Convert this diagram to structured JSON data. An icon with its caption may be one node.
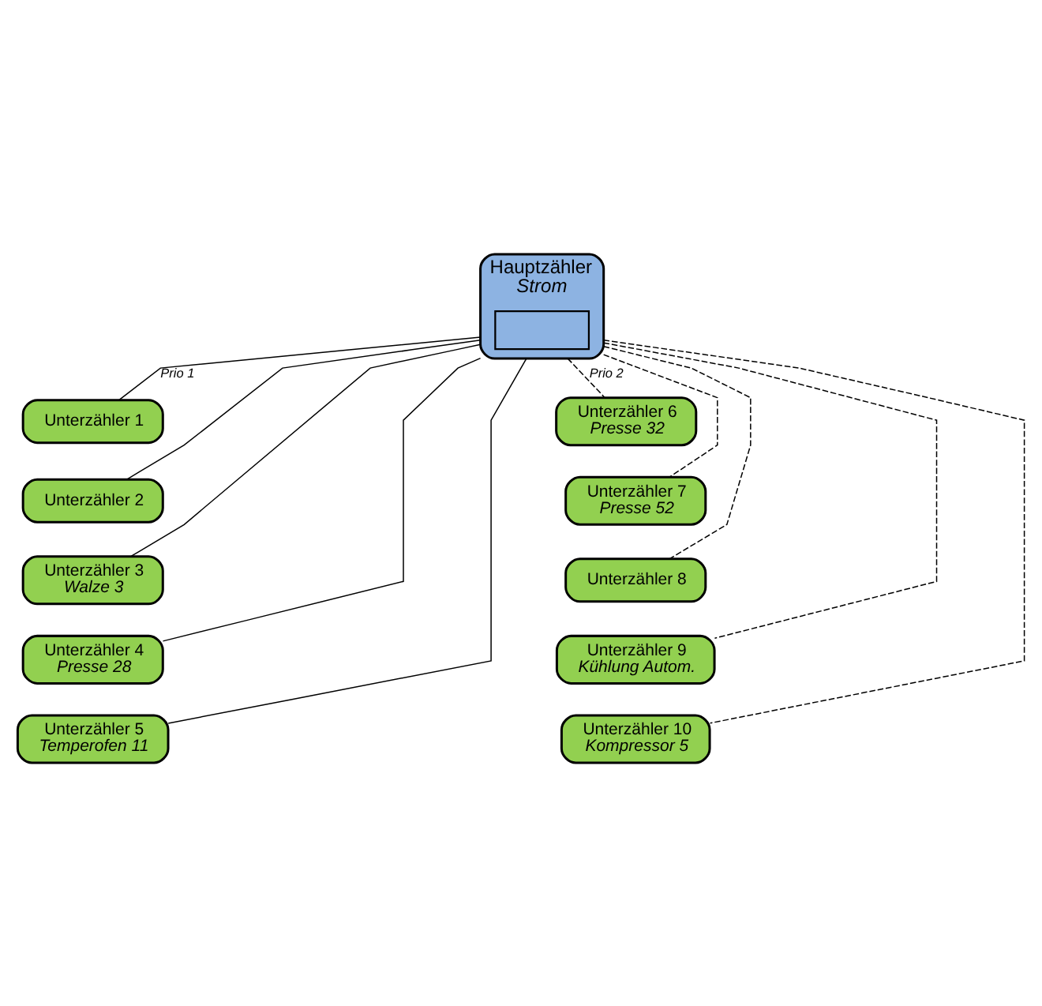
{
  "diagram": {
    "nodes": [
      {
        "text": [
          "Hauptzähler",
          "Strom"
        ]
      },
      {
        "text": [],
        "shape": "box",
        "in": 0
      },
      {
        "text": [
          "Unterzähler 1"
        ]
      },
      {
        "text": [
          "Unterzähler 2"
        ]
      },
      {
        "text": [
          "Unterzähler 3",
          "Walze 3"
        ]
      },
      {
        "text": [
          "Unterzähler 4",
          "Presse 28"
        ]
      },
      {
        "text": [
          "Unterzähler 5",
          "Temperofen 11"
        ]
      },
      {
        "text": [
          "Unterzähler 6",
          "Presse 32"
        ]
      },
      {
        "text": [
          "Unterzähler 7",
          "Presse 52"
        ]
      },
      {
        "text": [
          "Unterzähler 8"
        ]
      },
      {
        "text": [
          "Unterzähler 9",
          "Kühlung Autom."
        ]
      },
      {
        "text": [
          "Unterzähler 10",
          "Kompressor 5"
        ]
      }
    ],
    "edges": [
      {
        "from": 0,
        "to": 2,
        "arrow": "none",
        "label": "Prio 1"
      },
      {
        "from": 0,
        "to": 3,
        "arrow": "none"
      },
      {
        "from": 0,
        "to": 4,
        "arrow": "none"
      },
      {
        "from": 0,
        "to": 5,
        "arrow": "none"
      },
      {
        "from": 0,
        "to": 6,
        "arrow": "none"
      },
      {
        "from": 0,
        "to": 7,
        "arrow": "none",
        "style": "dashed",
        "label": "Prio 2"
      },
      {
        "from": 0,
        "to": 8,
        "arrow": "none",
        "style": "dashed"
      },
      {
        "from": 0,
        "to": 9,
        "arrow": "none",
        "style": "dashed"
      },
      {
        "from": 0,
        "to": 10,
        "arrow": "none",
        "style": "dashed"
      },
      {
        "from": 0,
        "to": 11,
        "arrow": "none",
        "style": "dashed"
      }
    ]
  }
}
